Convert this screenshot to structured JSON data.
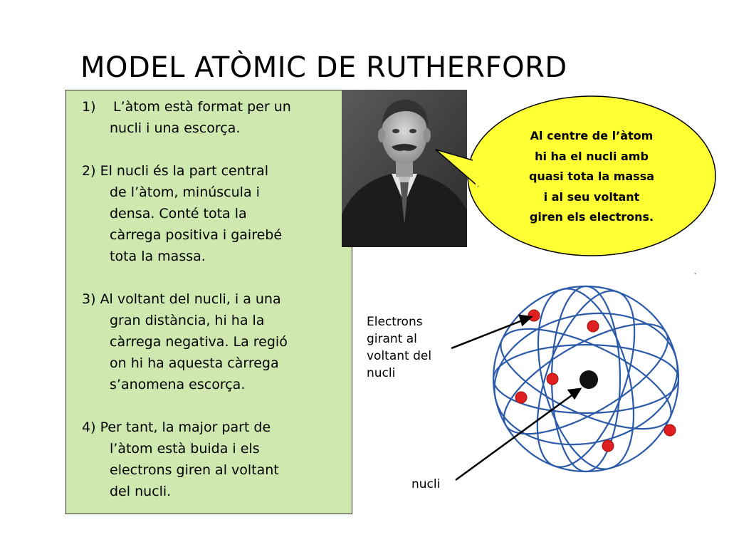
{
  "slide": {
    "title": "MODEL ATÒMIC DE RUTHERFORD",
    "points": [
      {
        "number": "1)",
        "lines": [
          "L’àtom està format per un",
          "nucli i una escorça."
        ]
      },
      {
        "number": "2)",
        "lines": [
          "El nucli és la part central",
          "de l’àtom, minúscula i",
          "densa. Conté tota la",
          "càrrega positiva i gairebé",
          "tota la massa."
        ]
      },
      {
        "number": "3)",
        "lines": [
          "Al voltant del nucli, i a una",
          "gran distància, hi ha la",
          "càrrega negativa. La regió",
          "on hi ha aquesta càrrega",
          "s’anomena escorça."
        ]
      },
      {
        "number": "4)",
        "lines": [
          "Per tant, la major part de",
          "l’àtom està buida i els",
          "electrons giren al voltant",
          "del nucli."
        ]
      }
    ],
    "callout": {
      "lines": [
        "Al centre de l’àtom",
        "hi ha el nucli amb",
        "quasi tota la massa",
        "i al seu voltant",
        "giren els electrons."
      ]
    },
    "diagram": {
      "electrons_label": [
        "Electrons",
        "girant al",
        "voltant del",
        "nucli"
      ],
      "nucleus_label": "nucli"
    },
    "stray_mark": "-",
    "colors": {
      "textbox_background": "#cfe8b0",
      "callout_fill": "#ffff33",
      "orbit_color": "#2b5aa8",
      "electron_color": "#e02020",
      "nucleus_color": "#111111"
    }
  }
}
